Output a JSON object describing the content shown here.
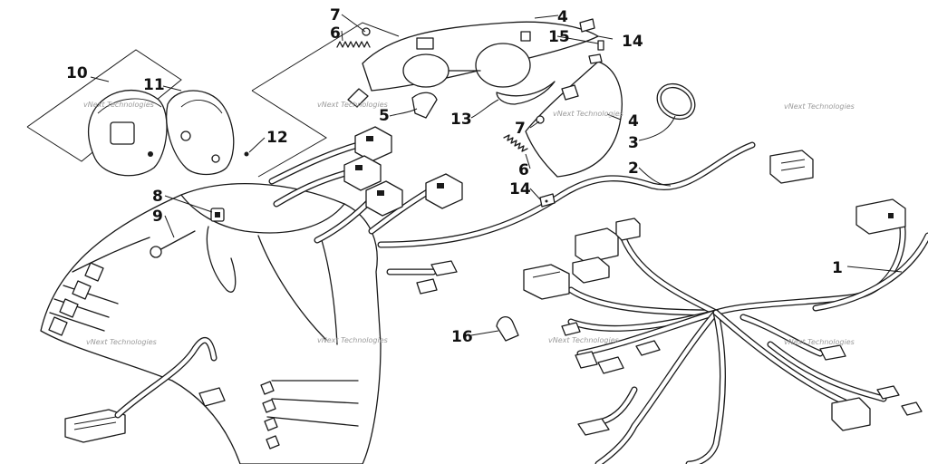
{
  "diagram": {
    "watermark": "vNext Technologies",
    "callouts": {
      "c1": "1",
      "c2": "2",
      "c3": "3",
      "c4a": "4",
      "c4b": "4",
      "c5": "5",
      "c6a": "6",
      "c6b": "6",
      "c7a": "7",
      "c7b": "7",
      "c8": "8",
      "c9": "9",
      "c10": "10",
      "c11": "11",
      "c12": "12",
      "c13": "13",
      "c14a": "14",
      "c14b": "14",
      "c15": "15",
      "c16": "16"
    }
  }
}
